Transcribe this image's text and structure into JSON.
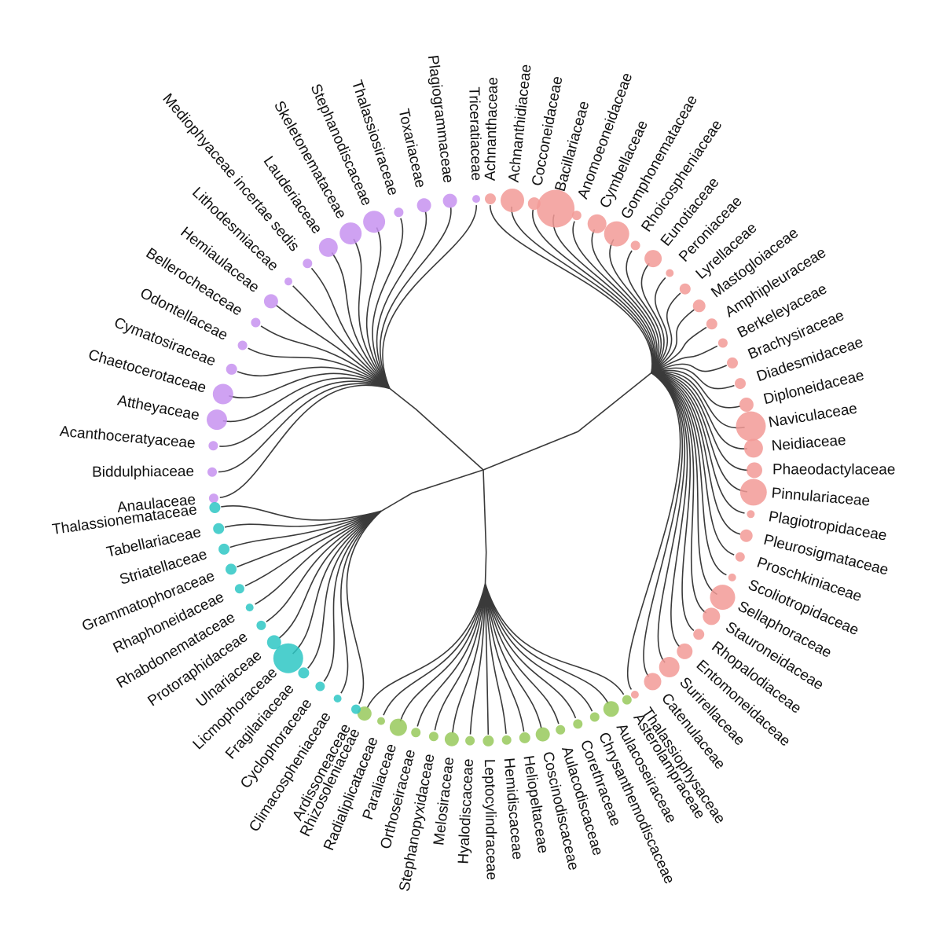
{
  "colors": {
    "purple": "#c792f0",
    "pink": "#f29a96",
    "teal": "#2ec7c4",
    "green": "#98c95c",
    "branch": "#3a3a3a"
  },
  "clades": [
    {
      "id": "mediophyceae",
      "color": "purple",
      "tips": [
        {
          "label": "Anaulaceae",
          "size": 6
        },
        {
          "label": "Biddulphiaceae",
          "size": 6
        },
        {
          "label": "Acanthoceratyaceae",
          "size": 6
        },
        {
          "label": "Attheyaceae",
          "size": 13
        },
        {
          "label": "Chaetocerotaceae",
          "size": 13
        },
        {
          "label": "Cymatosiraceae",
          "size": 7
        },
        {
          "label": "Odontellaceae",
          "size": 6
        },
        {
          "label": "Bellerocheaceae",
          "size": 6
        },
        {
          "label": "Hemiaulaceae",
          "size": 9
        },
        {
          "label": "Lithodesmiaceae",
          "size": 5
        },
        {
          "label": "Mediophyaceae incertae sedis",
          "size": 6
        },
        {
          "label": "Lauderiaceae",
          "size": 12
        },
        {
          "label": "Skeletonemataceae",
          "size": 14
        },
        {
          "label": "Stephanodiscaceae",
          "size": 14
        },
        {
          "label": "Thalassiosiraceae",
          "size": 6
        },
        {
          "label": "Toxariaceae",
          "size": 9
        },
        {
          "label": "Plagiogrammaceae",
          "size": 9
        },
        {
          "label": "Triceratiaceae",
          "size": 5
        }
      ]
    },
    {
      "id": "bacillariophyceae",
      "color": "pink",
      "tips": [
        {
          "label": "Achnanthaceae",
          "size": 7
        },
        {
          "label": "Achnanthidiaceae",
          "size": 15
        },
        {
          "label": "Cocconeidaceae",
          "size": 8
        },
        {
          "label": "Bacillariaceae",
          "size": 24
        },
        {
          "label": "Anomoeoneidaceae",
          "size": 6
        },
        {
          "label": "Cymbellaceae",
          "size": 12
        },
        {
          "label": "Gomphonemataceae",
          "size": 16
        },
        {
          "label": "Rhoicospheniaceae",
          "size": 6
        },
        {
          "label": "Eunotiaceae",
          "size": 11
        },
        {
          "label": "Peroniaceae",
          "size": 5
        },
        {
          "label": "Lyrellaceae",
          "size": 7
        },
        {
          "label": "Mastogloiaceae",
          "size": 8
        },
        {
          "label": "Amphipleuraceae",
          "size": 7
        },
        {
          "label": "Berkeleyaceae",
          "size": 6
        },
        {
          "label": "Brachysiraceae",
          "size": 7
        },
        {
          "label": "Diadesmidaceae",
          "size": 7
        },
        {
          "label": "Diploneidaceae",
          "size": 9
        },
        {
          "label": "Naviculaceae",
          "size": 19
        },
        {
          "label": "Neidiaceae",
          "size": 12
        },
        {
          "label": "Phaeodactylaceae",
          "size": 10
        },
        {
          "label": "Pinnulariaceae",
          "size": 17
        },
        {
          "label": "Plagiotropidaceae",
          "size": 5
        },
        {
          "label": "Pleurosigmataceae",
          "size": 8
        },
        {
          "label": "Proschkiniaceae",
          "size": 6
        },
        {
          "label": "Scoliotropidaceae",
          "size": 5
        },
        {
          "label": "Sellaphoraceae",
          "size": 16
        },
        {
          "label": "Stauroneidaceae",
          "size": 11
        },
        {
          "label": "Rhopalodiaceae",
          "size": 7
        },
        {
          "label": "Entomoneidaceae",
          "size": 10
        },
        {
          "label": "Surirellaceae",
          "size": 13
        },
        {
          "label": "Catenulaceae",
          "size": 11
        },
        {
          "label": "Thalassiophysaceae",
          "size": 5
        }
      ]
    },
    {
      "id": "coscinodiscophyceae",
      "color": "green",
      "tips": [
        {
          "label": "Asterolampraceae",
          "size": 6
        },
        {
          "label": "Aulacoseiraceae",
          "size": 10
        },
        {
          "label": "Chrysanthemodiscaceae",
          "size": 6
        },
        {
          "label": "Corethraceae",
          "size": 6
        },
        {
          "label": "Aulacodiscaceae",
          "size": 6
        },
        {
          "label": "Coscinodiscaceae",
          "size": 9
        },
        {
          "label": "Heliopeltaceae",
          "size": 7
        },
        {
          "label": "Hemidiscaceae",
          "size": 6
        },
        {
          "label": "Leptocylindraceae",
          "size": 7
        },
        {
          "label": "Hyalodiscaceae",
          "size": 6
        },
        {
          "label": "Melosiraceae",
          "size": 9
        },
        {
          "label": "Stephanopyxidaceae",
          "size": 6
        },
        {
          "label": "Orthoseiraceae",
          "size": 6
        },
        {
          "label": "Paraliaceae",
          "size": 11
        },
        {
          "label": "Radialiplicataceae",
          "size": 5
        },
        {
          "label": "Rhizosoleniaceae",
          "size": 9
        }
      ]
    },
    {
      "id": "fragilariophyceae",
      "color": "teal",
      "tips": [
        {
          "label": "Ardissoneaceae",
          "size": 6
        },
        {
          "label": "Climacospheniaceae",
          "size": 5
        },
        {
          "label": "Cyclophoraceae",
          "size": 6
        },
        {
          "label": "Fragilariaceae",
          "size": 7
        },
        {
          "label": "Licmophoraceae",
          "size": 19
        },
        {
          "label": "Ulnariaceae",
          "size": 9
        },
        {
          "label": "Protoraphidaceae",
          "size": 6
        },
        {
          "label": "Rhabdonemataceae",
          "size": 5
        },
        {
          "label": "Rhaphoneidaceae",
          "size": 6
        },
        {
          "label": "Grammatophoraceae",
          "size": 7
        },
        {
          "label": "Striatellaceae",
          "size": 7
        },
        {
          "label": "Tabellariaceae",
          "size": 7
        },
        {
          "label": "Thalassionemataceae",
          "size": 7
        }
      ]
    }
  ]
}
